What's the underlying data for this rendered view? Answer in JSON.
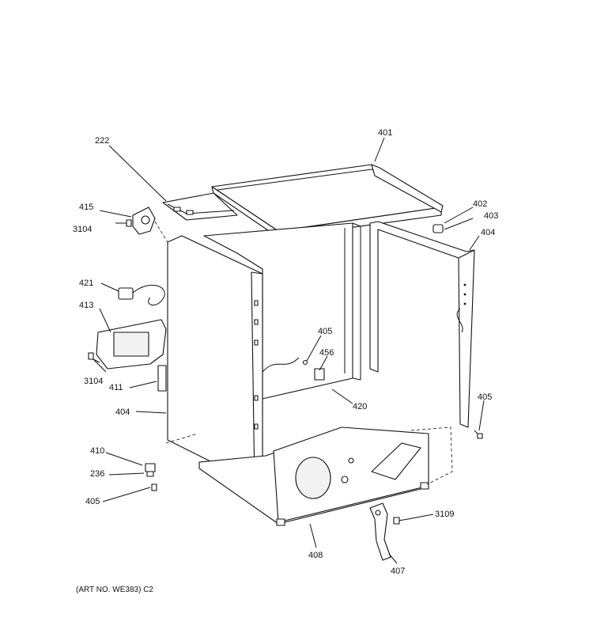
{
  "callouts": {
    "c222": "222",
    "c401": "401",
    "c415": "415",
    "c3104a": "3104",
    "c402": "402",
    "c403": "403",
    "c404a": "404",
    "c421": "421",
    "c413": "413",
    "c405a": "405",
    "c456": "456",
    "c3104b": "3104",
    "c411": "411",
    "c420": "420",
    "c404b": "404",
    "c405b": "405",
    "c410": "410",
    "c236": "236",
    "c405c": "405",
    "c3109": "3109",
    "c408": "408",
    "c407": "407"
  },
  "caption": "(ART NO. WE383) C2"
}
